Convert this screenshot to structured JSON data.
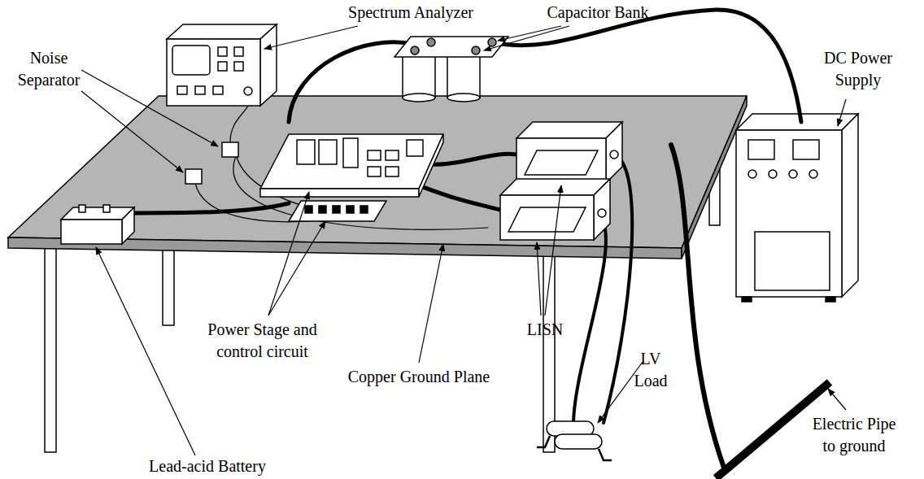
{
  "diagram": {
    "labels": [
      "Spectrum Analyzer",
      "Capacitor Bank",
      "Noise Separator",
      "DC Power Supply",
      "Power Stage and control circuit",
      "Copper Ground Plane",
      "LISN",
      "LV Load",
      "Lead-acid Battery",
      "Electric Pipe to ground"
    ]
  }
}
